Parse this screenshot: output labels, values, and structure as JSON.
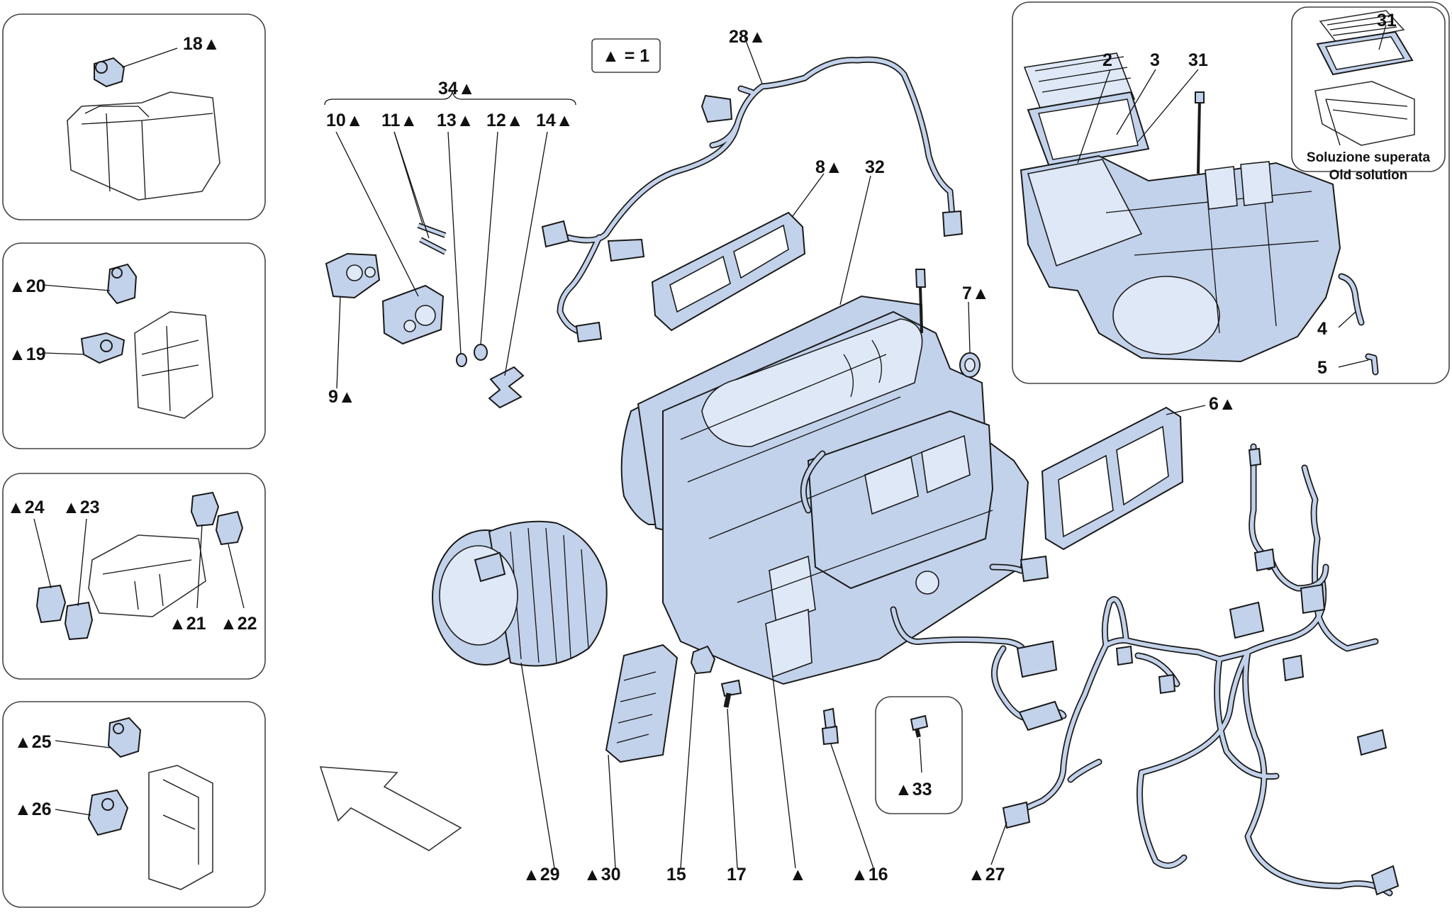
{
  "legend": {
    "text": "▲ = 1"
  },
  "callouts": {
    "c18": "18▲",
    "c20": "▲20",
    "c19": "▲19",
    "c24": "▲24",
    "c23": "▲23",
    "c21": "▲21",
    "c22": "▲22",
    "c25": "▲25",
    "c26": "▲26",
    "c34": "34▲",
    "c10": "10▲",
    "c11": "11▲",
    "c13": "13▲",
    "c12": "12▲",
    "c14": "14▲",
    "c9": "9▲",
    "c28": "28▲",
    "c8": "8▲",
    "c32": "32",
    "c7": "7▲",
    "c6": "6▲",
    "c29": "▲29",
    "c30": "▲30",
    "c15": "15",
    "c17": "17",
    "cTri": "▲",
    "c16": "▲16",
    "c33": "▲33",
    "c27": "▲27",
    "c2": "2",
    "c3": "3",
    "c31a": "31",
    "c31b": "31",
    "c4": "4",
    "c5": "5"
  },
  "inset_note": {
    "line1": "Soluzione superata",
    "line2": "Old solution"
  }
}
